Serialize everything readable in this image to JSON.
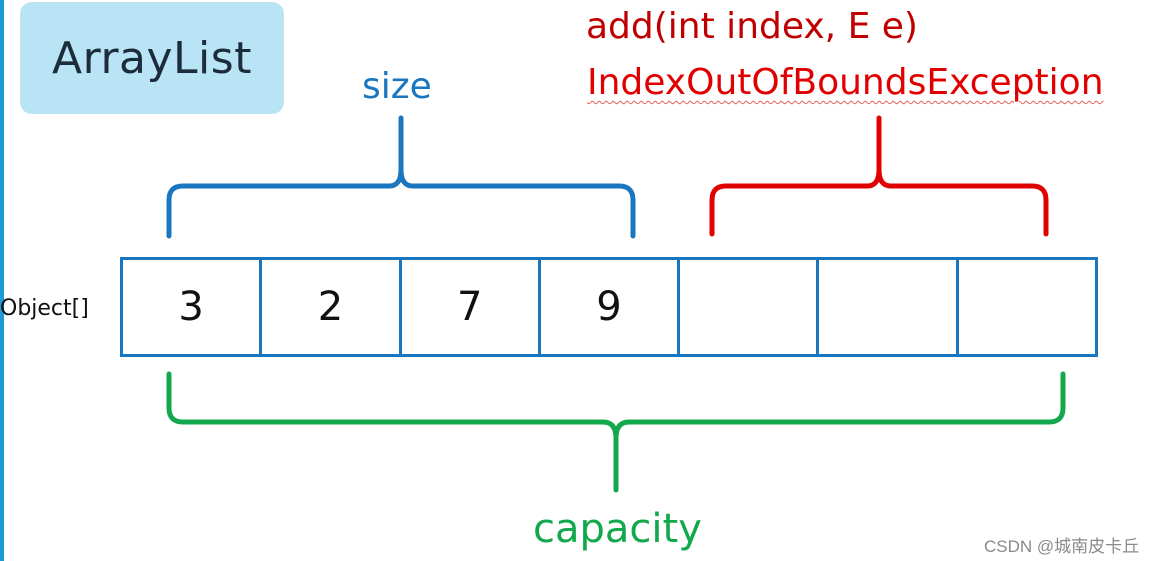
{
  "title": "ArrayList",
  "array_type_label": "Object[]",
  "cells": [
    "3",
    "2",
    "7",
    "9",
    "",
    "",
    ""
  ],
  "size_label": "size",
  "method_label": "add(int index, E e)",
  "exception_label": "IndexOutOfBoundsException",
  "capacity_label": "capacity",
  "watermark": "CSDN @城南皮卡丘",
  "colors": {
    "size_brace": "#1a76bf",
    "exception_brace": "#e00000",
    "capacity_brace": "#12a84c",
    "title_box": "#b8e4f5",
    "array_border": "#1a76bf"
  }
}
